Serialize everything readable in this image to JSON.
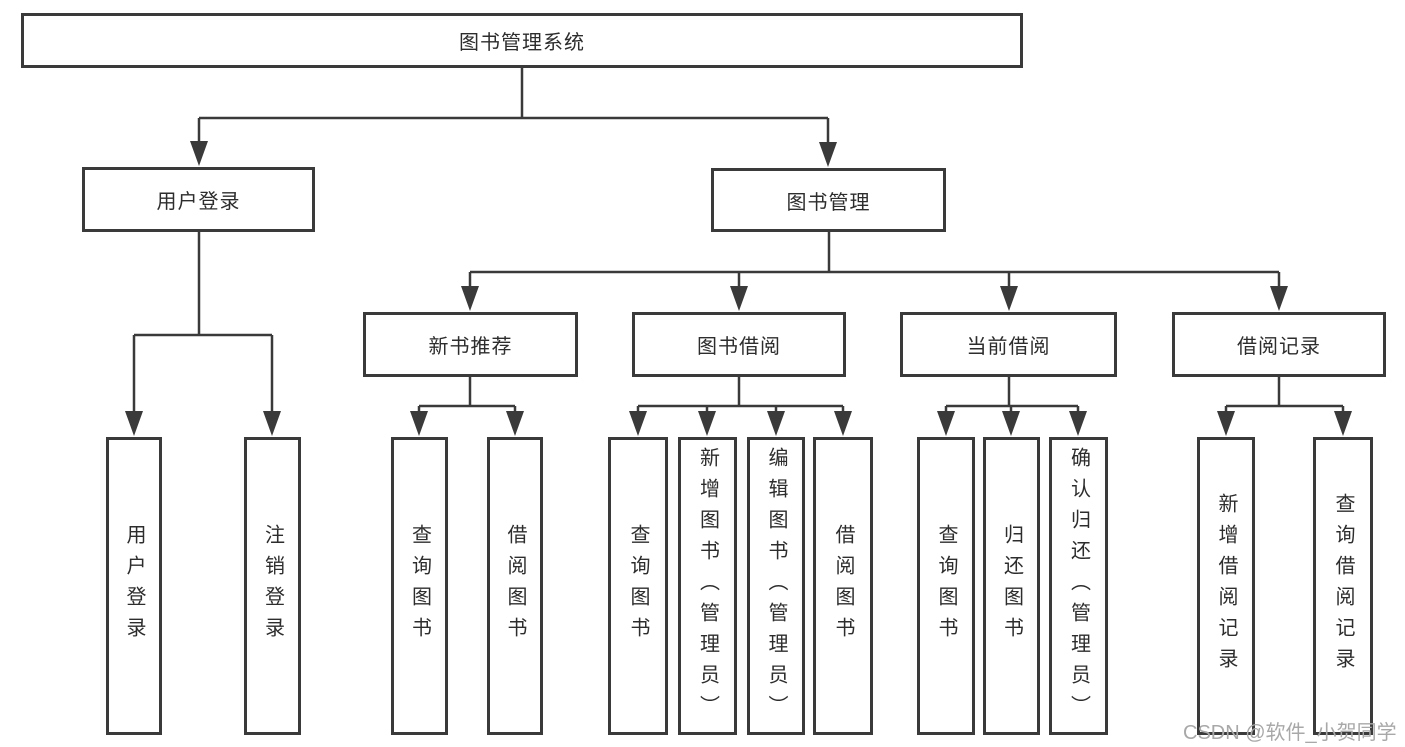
{
  "colors": {
    "line": "#3a3a3a",
    "box_border": "#3a3a3a",
    "text": "#2d2d2d",
    "watermark": "#a8a8a8",
    "background": "#ffffff"
  },
  "tree": {
    "root": "图书管理系统",
    "children": [
      {
        "label": "用户登录",
        "children": [
          {
            "label": "用户登录"
          },
          {
            "label": "注销登录"
          }
        ]
      },
      {
        "label": "图书管理",
        "children": [
          {
            "label": "新书推荐",
            "children": [
              {
                "label": "查询图书"
              },
              {
                "label": "借阅图书"
              }
            ]
          },
          {
            "label": "图书借阅",
            "children": [
              {
                "label": "查询图书"
              },
              {
                "label": "新增图书（管理员）"
              },
              {
                "label": "编辑图书（管理员）"
              },
              {
                "label": "借阅图书"
              }
            ]
          },
          {
            "label": "当前借阅",
            "children": [
              {
                "label": "查询图书"
              },
              {
                "label": "归还图书"
              },
              {
                "label": "确认归还（管理员）"
              }
            ]
          },
          {
            "label": "借阅记录",
            "children": [
              {
                "label": "新增借阅记录"
              },
              {
                "label": "查询借阅记录"
              }
            ]
          }
        ]
      }
    ]
  },
  "watermark": "CSDN @软件_小贺同学"
}
